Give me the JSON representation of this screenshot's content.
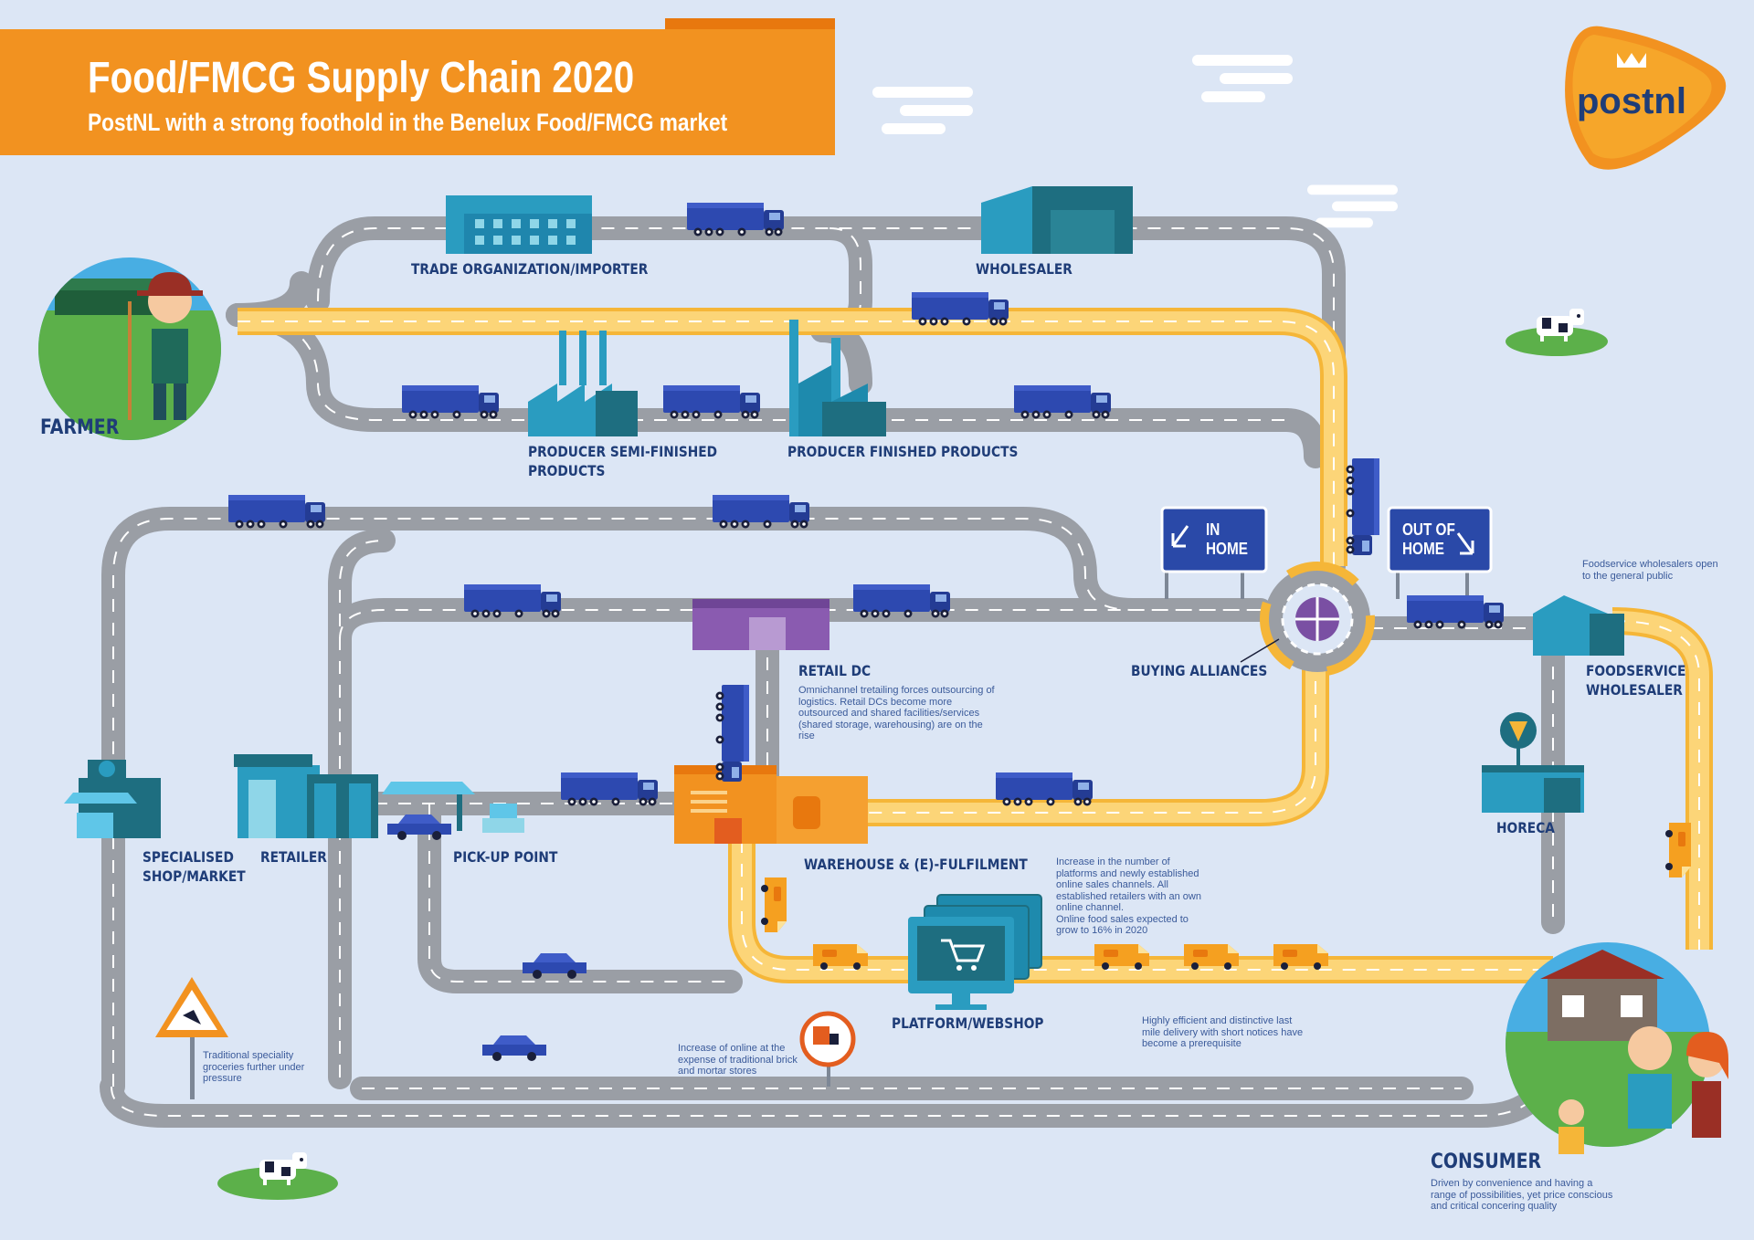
{
  "header": {
    "title": "Food/FMCG Supply Chain 2020",
    "subtitle": "PostNL with a strong foothold in the Benelux Food/FMCG market"
  },
  "logo": {
    "text": "postnl",
    "icon": "crown-icon"
  },
  "nodes": {
    "farmer": "FARMER",
    "trade_org": "TRADE ORGANIZATION/IMPORTER",
    "wholesaler": "WHOLESALER",
    "producer_semi": "PRODUCER SEMI-FINISHED\nPRODUCTS",
    "producer_finished": "PRODUCER FINISHED PRODUCTS",
    "buying_alliances": "BUYING ALLIANCES",
    "retail_dc": "RETAIL DC",
    "foodservice_wholesaler": "FOODSERVICE\nWHOLESALER",
    "horeca": "HORECA",
    "specialised_shop": "SPECIALISED\nSHOP/MARKET",
    "retailer": "RETAILER",
    "pickup_point": "PICK-UP POINT",
    "warehouse": "WAREHOUSE & (E)-FULFILMENT",
    "platform": "PLATFORM/WEBSHOP",
    "consumer": "CONSUMER"
  },
  "signs": {
    "in_home": "IN\nHOME",
    "out_of_home": "OUT OF\nHOME"
  },
  "notes": {
    "foodservice": "Foodservice wholesalers open to the general public",
    "retail_dc": "Omnichannel tretailing forces outsourcing of logistics. Retail DCs become more outsourced and shared facilities/services (shared storage, warehousing) are on the rise",
    "platforms": "Increase in the number of platforms and newly established online sales channels. All established retailers with an own online channel.\nOnline food sales expected to grow to 16% in 2020",
    "last_mile": "Highly efficient and distinctive last mile delivery with short notices have become a prerequisite",
    "brick_mortar": "Increase of online at the expense of traditional brick and mortar stores",
    "speciality": "Traditional speciality groceries further under pressure",
    "consumer": "Driven by convenience and having a range of possibilities, yet price conscious and critical concering quality"
  },
  "colors": {
    "background": "#dce6f5",
    "banner": "#f29220",
    "road": "#9a9ea5",
    "postnl_road": "#fcc94f",
    "truck": "#2a45a8",
    "van": "#f29220",
    "label": "#1f3d78"
  }
}
